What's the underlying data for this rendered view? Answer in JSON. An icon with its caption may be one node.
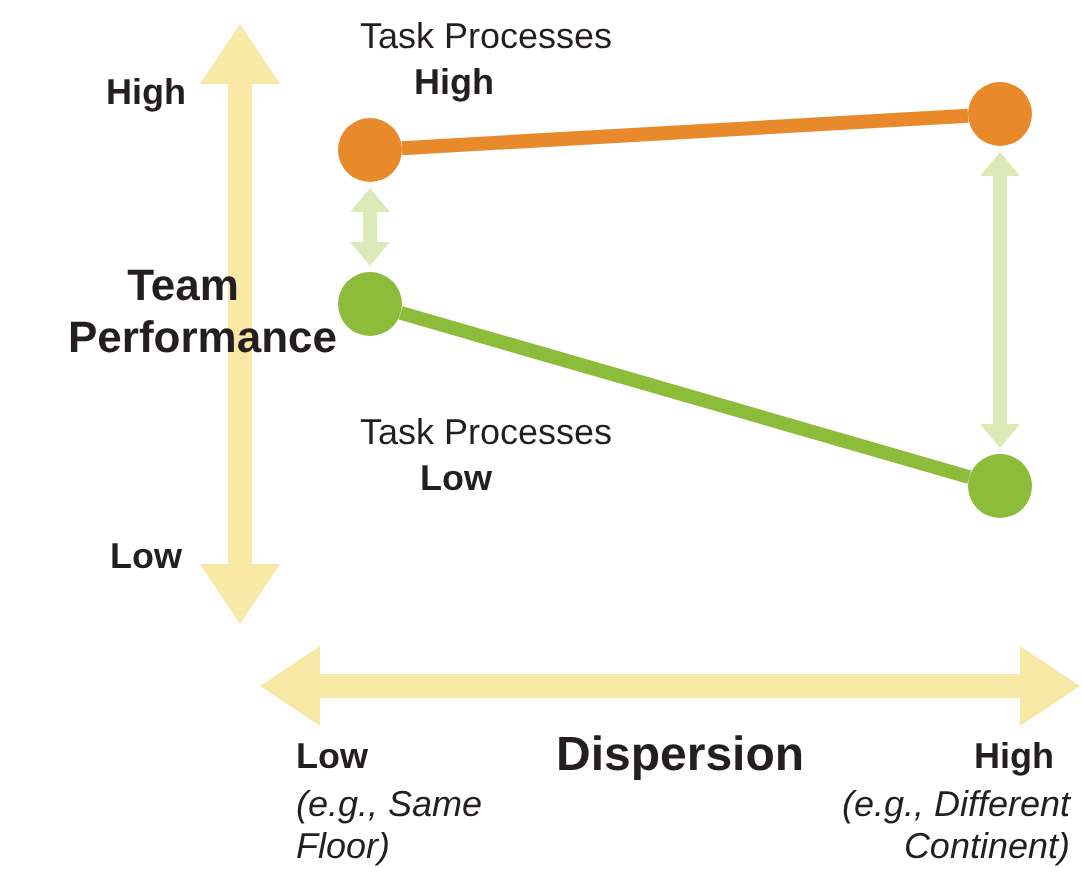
{
  "diagram": {
    "nodes": [
      {
        "text": [],
        "shape": "circle"
      },
      {
        "text": [],
        "shape": "circle"
      },
      {
        "text": [],
        "shape": "circle"
      },
      {
        "text": [],
        "shape": "circle"
      }
    ],
    "edges": [
      {
        "from": 0,
        "to": 1,
        "arrow": "none",
        "color": "#e8892b"
      },
      {
        "from": 2,
        "to": 3,
        "arrow": "none",
        "color": "#8dbb3a"
      },
      {
        "from": 0,
        "to": 2,
        "arrow": "both",
        "color": "#dde9b8"
      },
      {
        "from": 1,
        "to": 3,
        "arrow": "both",
        "color": "#dde9b8"
      }
    ],
    "labels": [
      "Task Processes",
      "High",
      "High",
      "Team Performance",
      "Task Processes",
      "Low",
      "Low",
      "Low",
      "Dispersion",
      "High",
      "(e.g., Same Floor)",
      "(e.g., Different Continent)"
    ]
  }
}
